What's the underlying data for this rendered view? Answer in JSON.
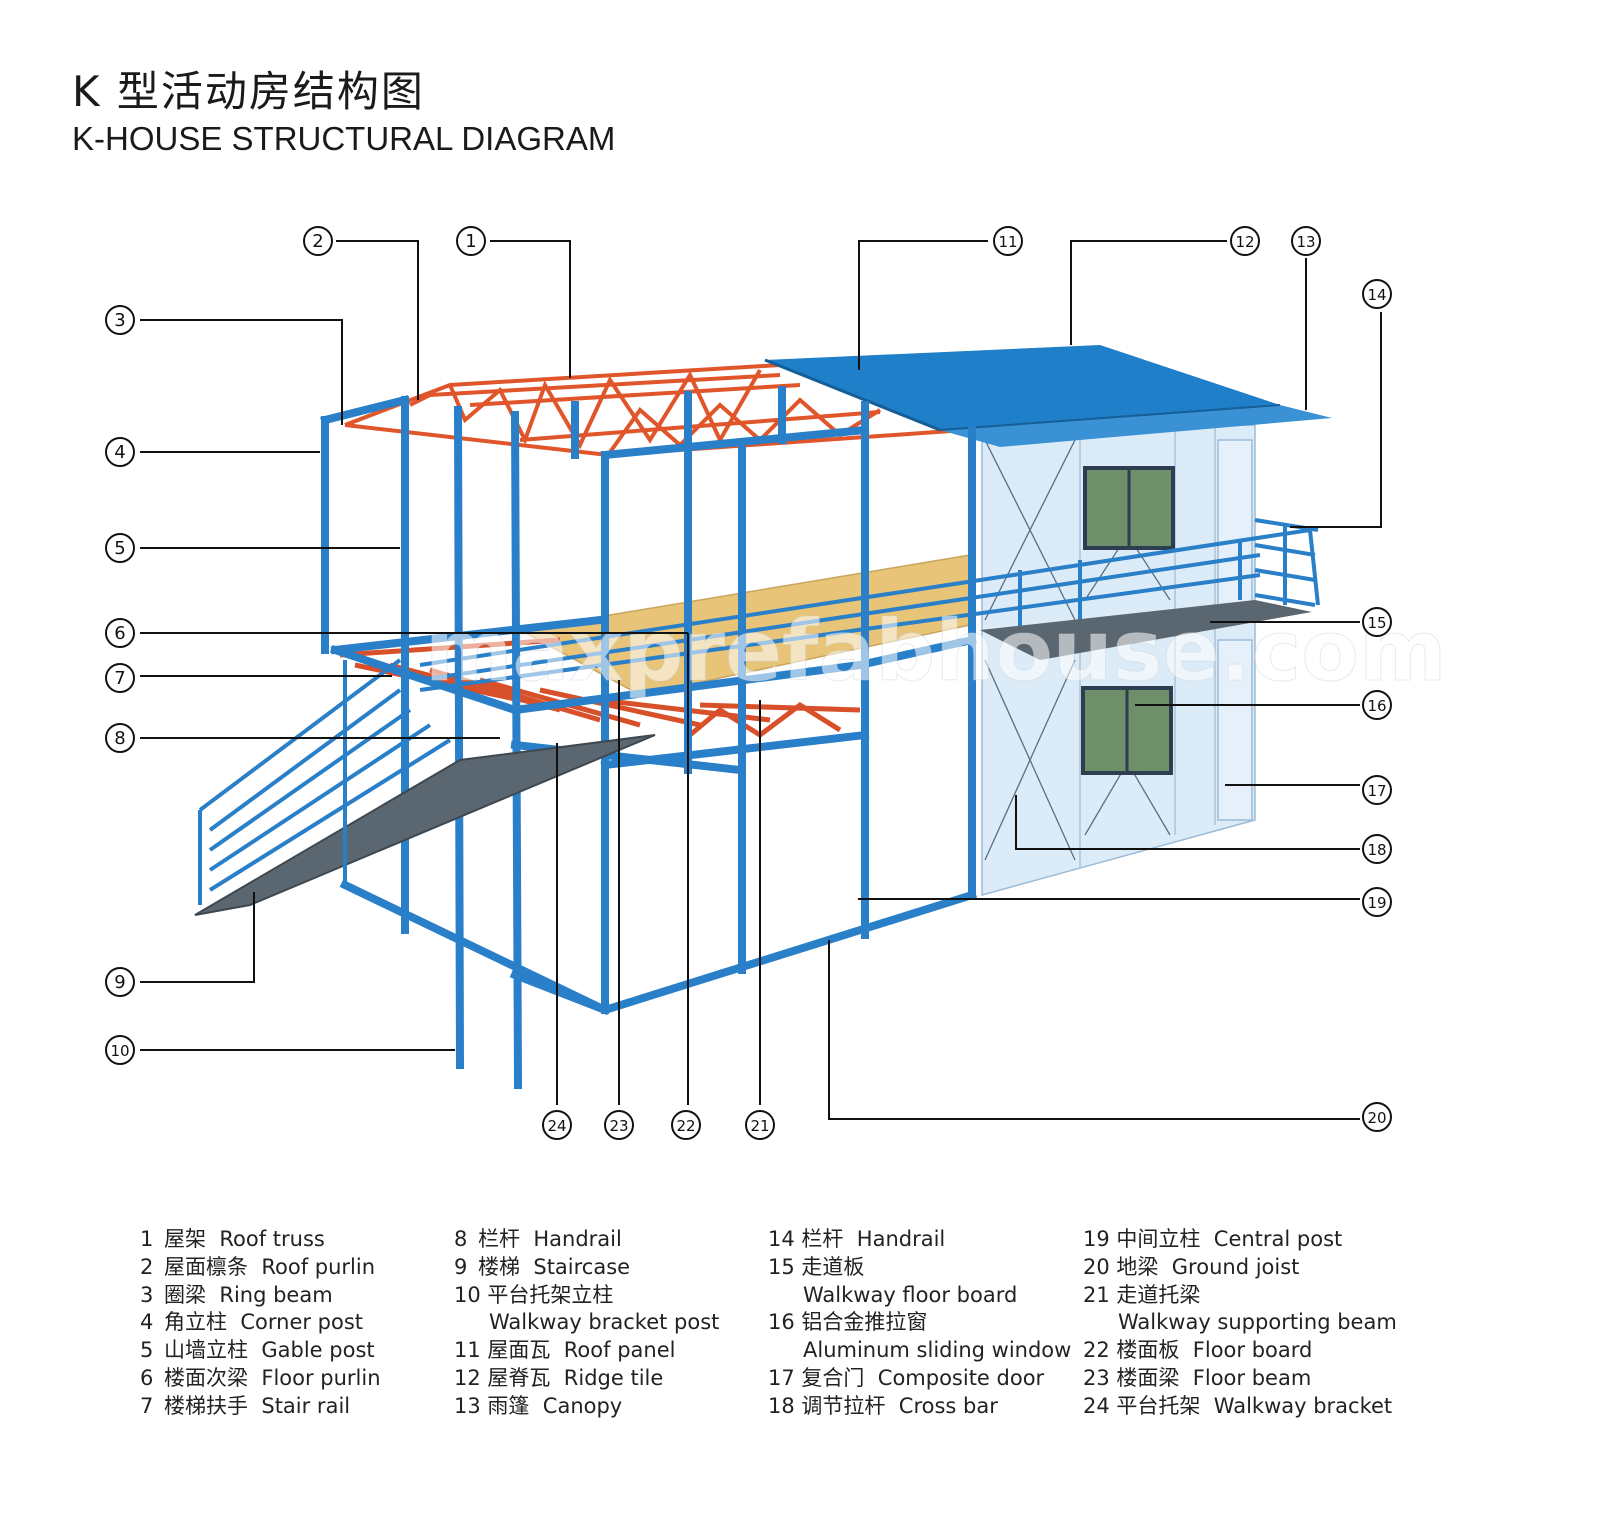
{
  "title": {
    "cn": "K 型活动房结构图",
    "en": "K-HOUSE STRUCTURAL DIAGRAM"
  },
  "watermark": "maxprefabhouse.com",
  "colors": {
    "steel_frame": "#2a7fc9",
    "roof_truss": "#e0552a",
    "roof_panel": "#1f7fc8",
    "floor_board": "#e8c478",
    "wall_panel": "#d6e8f7",
    "stair": "#5a6670"
  },
  "callouts": [
    "1",
    "2",
    "3",
    "4",
    "5",
    "6",
    "7",
    "8",
    "9",
    "10",
    "11",
    "12",
    "13",
    "14",
    "15",
    "16",
    "17",
    "18",
    "19",
    "20",
    "21",
    "22",
    "23",
    "24"
  ],
  "legend": [
    {
      "num": "1",
      "cn": "屋架",
      "en": "Roof truss"
    },
    {
      "num": "2",
      "cn": "屋面檩条",
      "en": "Roof purlin"
    },
    {
      "num": "3",
      "cn": "圈梁",
      "en": "Ring beam"
    },
    {
      "num": "4",
      "cn": "角立柱",
      "en": "Corner post"
    },
    {
      "num": "5",
      "cn": "山墙立柱",
      "en": "Gable post"
    },
    {
      "num": "6",
      "cn": "楼面次梁",
      "en": "Floor purlin"
    },
    {
      "num": "7",
      "cn": "楼梯扶手",
      "en": "Stair rail"
    },
    {
      "num": "8",
      "cn": "栏杆",
      "en": "Handrail"
    },
    {
      "num": "9",
      "cn": "楼梯",
      "en": "Staircase"
    },
    {
      "num": "10",
      "cn": "平台托架立柱",
      "en": "Walkway bracket post"
    },
    {
      "num": "11",
      "cn": "屋面瓦",
      "en": "Roof panel"
    },
    {
      "num": "12",
      "cn": "屋脊瓦",
      "en": "Ridge tile"
    },
    {
      "num": "13",
      "cn": "雨篷",
      "en": "Canopy"
    },
    {
      "num": "14",
      "cn": "栏杆",
      "en": "Handrail"
    },
    {
      "num": "15",
      "cn": "走道板",
      "en": "Walkway floor board"
    },
    {
      "num": "16",
      "cn": "铝合金推拉窗",
      "en": "Aluminum sliding window"
    },
    {
      "num": "17",
      "cn": "复合门",
      "en": "Composite door"
    },
    {
      "num": "18",
      "cn": "调节拉杆",
      "en": "Cross bar"
    },
    {
      "num": "19",
      "cn": "中间立柱",
      "en": "Central post"
    },
    {
      "num": "20",
      "cn": "地梁",
      "en": "Ground joist"
    },
    {
      "num": "21",
      "cn": "走道托梁",
      "en": "Walkway supporting beam"
    },
    {
      "num": "22",
      "cn": "楼面板",
      "en": "Floor board"
    },
    {
      "num": "23",
      "cn": "楼面梁",
      "en": "Floor beam"
    },
    {
      "num": "24",
      "cn": "平台托架",
      "en": "Walkway bracket"
    }
  ]
}
